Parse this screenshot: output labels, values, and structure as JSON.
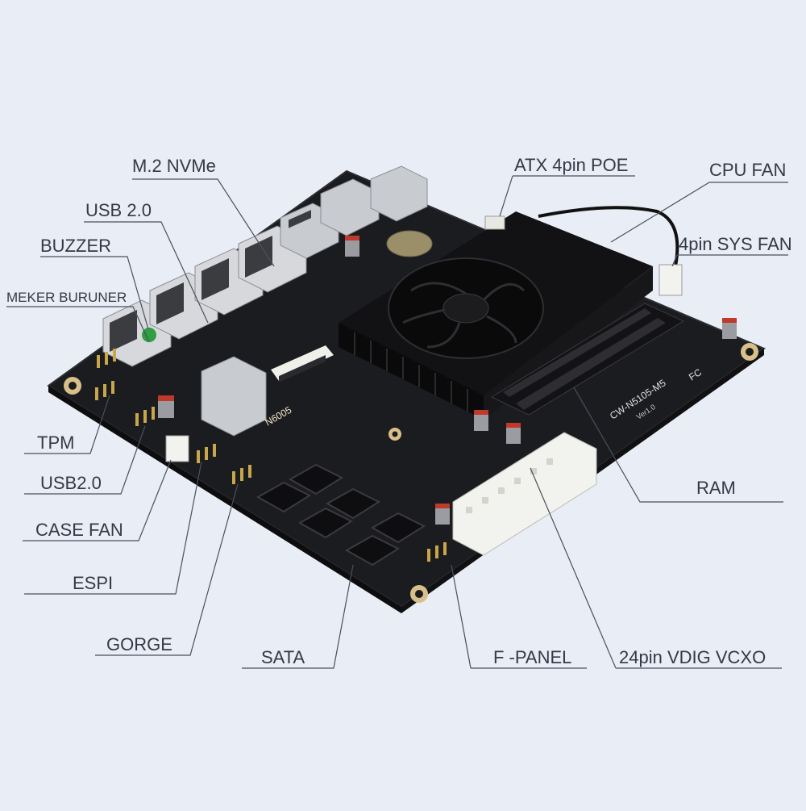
{
  "labels": {
    "m2_nvme": "M.2 NVMe",
    "usb20_top": "USB 2.0",
    "buzzer": "BUZZER",
    "meker_buruner": "MEKER BURUNER",
    "atx_4pin_poe": "ATX 4pin POE",
    "cpu_fan": "CPU FAN",
    "sys_fan": "4pin SYS FAN",
    "tpm": "TPM",
    "usb20_bottom": "USB2.0",
    "case_fan": "CASE FAN",
    "espi": "ESPI",
    "gorge": "GORGE",
    "sata": "SATA",
    "f_panel": "F -PANEL",
    "atx_24pin": "24pin VDIG VCXO",
    "ram": "RAM"
  },
  "board": {
    "model": "CW-N5105-M5",
    "silkscreen_chip": "N6005",
    "fc_mark": "FC",
    "version": "Ver1.0"
  },
  "colors": {
    "background": "#e9edf6",
    "label_text": "#333a46",
    "leader_line": "#4a505c",
    "pcb": "#1b1c1f",
    "heatsink": "#101012",
    "connector_white": "#f2f2ee",
    "capacitor_red": "#c0392b"
  }
}
